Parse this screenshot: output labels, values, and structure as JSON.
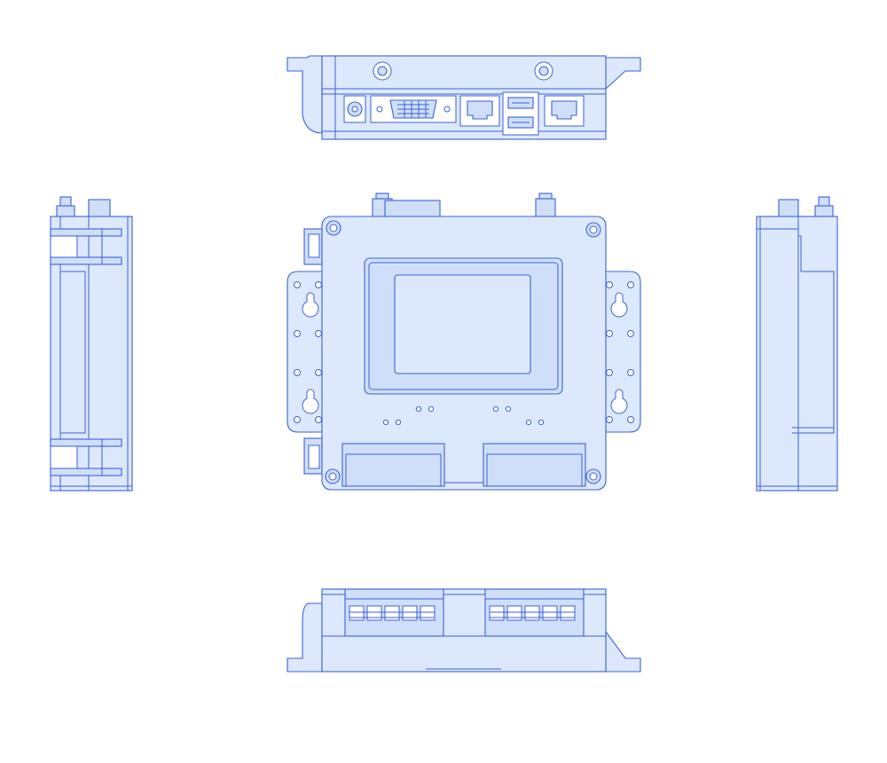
{
  "drawing": {
    "views": [
      "top-view",
      "left-view",
      "front-view",
      "right-view",
      "bottom-view"
    ],
    "colors": {
      "line": "#3d62d6",
      "fill": "#dce8fb",
      "fill_alt": "#cfdff9",
      "background": "#ffffff"
    }
  }
}
